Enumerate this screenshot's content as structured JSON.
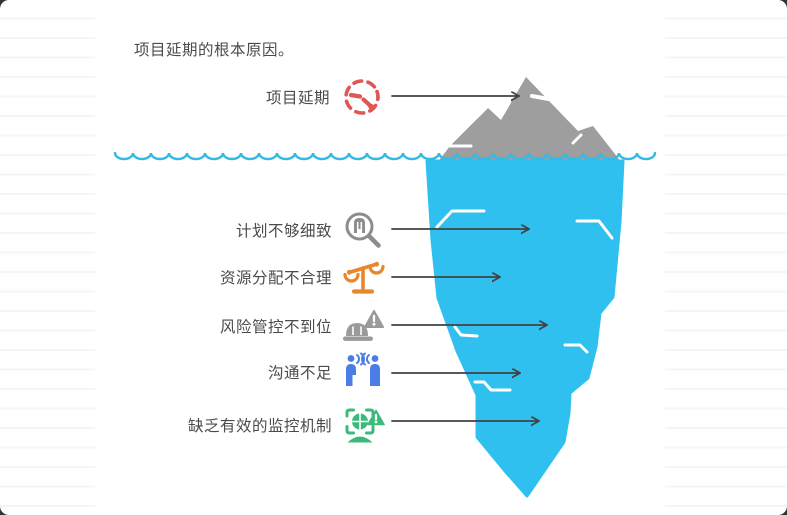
{
  "diagram": {
    "title": "项目延期的根本原因。",
    "above_water": {
      "label": "项目延期",
      "icon": "delayed-clock-icon",
      "color": "#e05555"
    },
    "below_water": [
      {
        "label": "计划不够细致",
        "icon": "audit-magnifier-icon",
        "color": "#8d8d8d"
      },
      {
        "label": "资源分配不合理",
        "icon": "balance-scale-icon",
        "color": "#e8872b"
      },
      {
        "label": "风险管控不到位",
        "icon": "helmet-warning-icon",
        "color": "#9a9a9a"
      },
      {
        "label": "沟通不足",
        "icon": "people-talking-icon",
        "color": "#4a7de5"
      },
      {
        "label": "缺乏有效的监控机制",
        "icon": "monitor-warning-icon",
        "color": "#3cba7c"
      }
    ],
    "colors": {
      "iceberg_above_water": "#9e9e9e",
      "iceberg_below_water": "#30c0f0",
      "water_line": "#35b9e6",
      "arrow": "#424242",
      "text": "#4a4a4a",
      "panel_background": "#ffffff"
    }
  }
}
